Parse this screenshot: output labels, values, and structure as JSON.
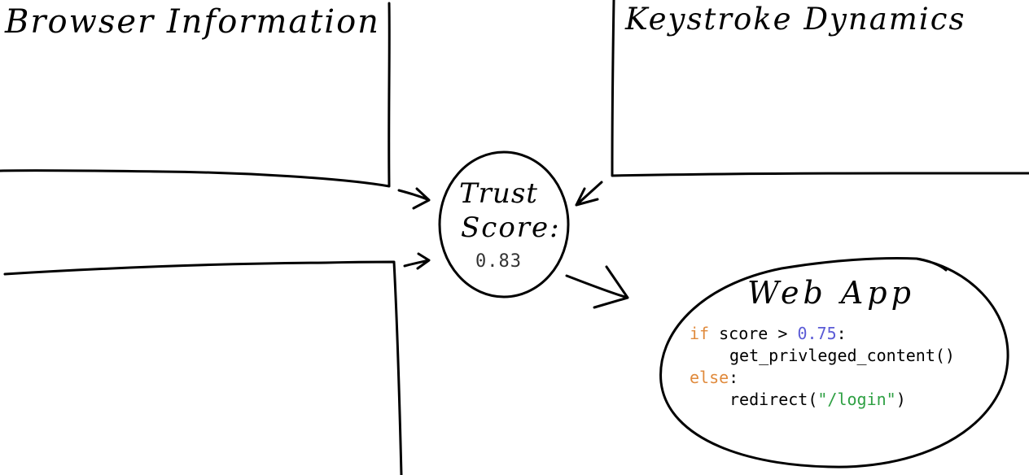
{
  "panels": {
    "browser_information": "Browser Information",
    "keystroke_dynamics": "Keystroke Dynamics"
  },
  "trust": {
    "line1": "Trust",
    "line2": "Score:",
    "value": "0.83"
  },
  "web_app": {
    "title": "Web App",
    "code": {
      "kw_if": "if",
      "cond_text": " score > ",
      "threshold": "0.75",
      "colon1": ":",
      "call_privileged": "get_privleged_content()",
      "kw_else": "else",
      "colon2": ":",
      "redirect_fn": "redirect(",
      "redirect_arg": "\"/login\"",
      "redirect_close": ")"
    }
  },
  "colors": {
    "keyword": "#e08a3c",
    "number": "#5b5bd6",
    "string": "#2ea043",
    "ink": "#000000"
  }
}
